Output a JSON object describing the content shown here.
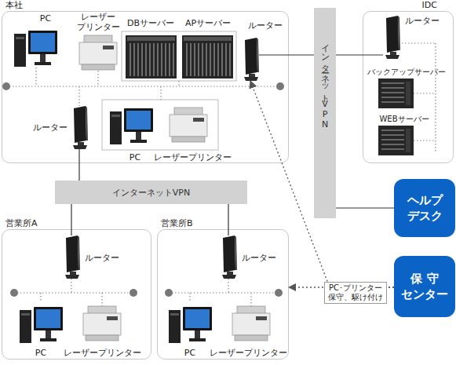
{
  "diagram": {
    "nodes": [
      {
        "text": [
          "本社"
        ]
      },
      {
        "text": [
          "PC"
        ],
        "in": 0
      },
      {
        "text": [
          "レーザー プリンター"
        ],
        "in": 0
      },
      {
        "text": [
          "DBサーバー"
        ],
        "in": 0
      },
      {
        "text": [
          "APサーバー"
        ],
        "in": 0
      },
      {
        "text": [
          "ルーター"
        ],
        "in": 0
      },
      {
        "text": [
          "ルーター"
        ],
        "in": 0
      },
      {
        "text": [
          "PC"
        ],
        "in": 0
      },
      {
        "text": [
          "レーザープリンター"
        ],
        "in": 0
      },
      {
        "text": [
          "インターネットVPN"
        ]
      },
      {
        "text": [
          "IDC"
        ]
      },
      {
        "text": [
          "ルーター"
        ],
        "in": 10
      },
      {
        "text": [
          "バックアップサーバー"
        ],
        "in": 10
      },
      {
        "text": [
          "WEBサーバー"
        ],
        "in": 10
      },
      {
        "text": [
          "インターネットVPN"
        ]
      },
      {
        "text": [
          "ヘルプ デスク"
        ]
      },
      {
        "text": [
          "営業所A"
        ]
      },
      {
        "text": [
          "ルーター"
        ],
        "in": 16
      },
      {
        "text": [
          "PC"
        ],
        "in": 16
      },
      {
        "text": [
          "レーザープリンター"
        ],
        "in": 16
      },
      {
        "text": [
          "営業所B"
        ]
      },
      {
        "text": [
          "ルーター"
        ],
        "in": 20
      },
      {
        "text": [
          "PC"
        ],
        "in": 20
      },
      {
        "text": [
          "レーザープリンター"
        ],
        "in": 20
      },
      {
        "text": [
          "保 守 センター"
        ]
      }
    ],
    "edges": [
      {
        "from": 5,
        "to": 9,
        "arrow": "none"
      },
      {
        "from": 9,
        "to": 11,
        "arrow": "none"
      },
      {
        "from": 6,
        "to": 14,
        "arrow": "none"
      },
      {
        "from": 14,
        "to": 17,
        "arrow": "none"
      },
      {
        "from": 14,
        "to": 21,
        "arrow": "none"
      },
      {
        "from": 9,
        "to": 15,
        "arrow": "none"
      },
      {
        "from": 24,
        "to": 20,
        "label": "PC･プリンター 保守、駆け付け",
        "arrow": "to"
      },
      {
        "from": 24,
        "to": 5,
        "arrow": "to"
      }
    ]
  }
}
